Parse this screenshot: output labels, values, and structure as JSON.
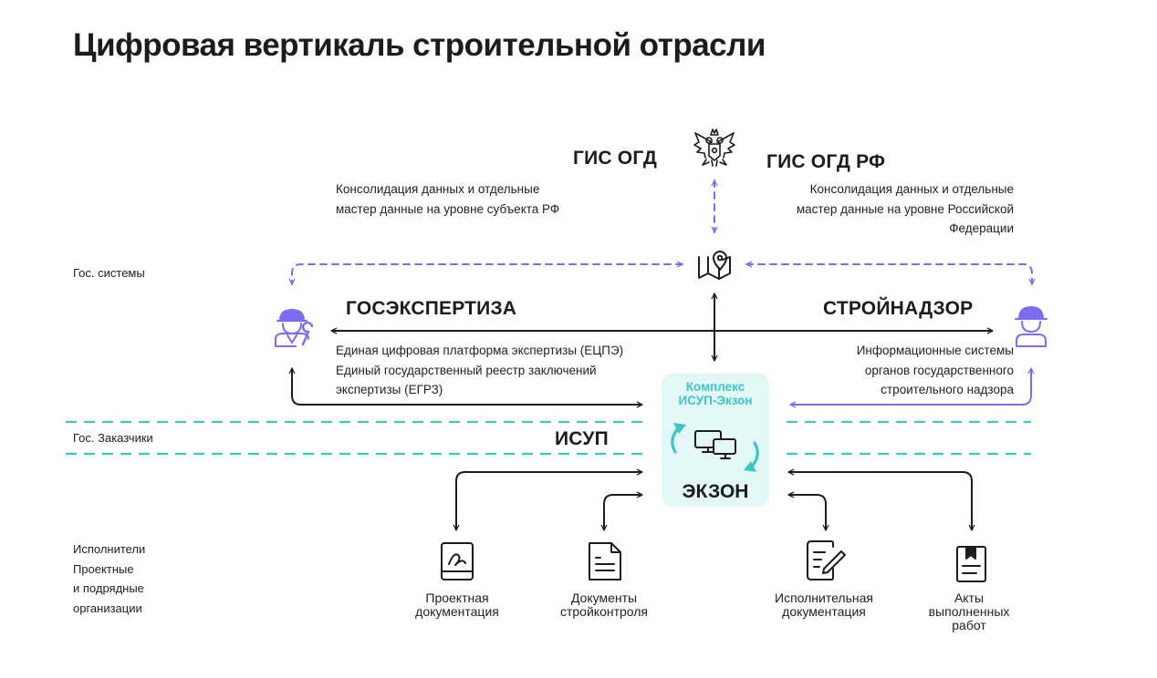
{
  "title": "Цифровая вертикаль строительной отрасли",
  "rows": {
    "gov_systems": "Гос. системы",
    "gov_customers": "Гос. Заказчики",
    "executors": [
      "Исполнители",
      "Проектные",
      "и подрядные",
      "организации"
    ]
  },
  "gis_ogd": {
    "label": "ГИС ОГД",
    "desc": [
      "Консолидация данных и отдельные",
      "мастер данные на уровне субъекта РФ"
    ]
  },
  "gis_ogd_rf": {
    "label": "ГИС ОГД РФ",
    "desc": [
      "Консолидация данных и отдельные",
      "мастер данные на уровне Российской",
      "Федерации"
    ]
  },
  "gosexpertiza": {
    "label": "ГОСЭКСПЕРТИЗА",
    "desc": [
      "Единая цифровая платформа экспертизы (ЕЦПЭ)",
      "Единый государственный реестр заключений",
      "экспертизы (ЕГРЗ)"
    ]
  },
  "stroynadzor": {
    "label": "СТРОЙНАДЗОР",
    "desc": [
      "Информационные системы",
      "органов государственного",
      "строительного надзора"
    ]
  },
  "complex": {
    "title": [
      "Комплекс",
      "ИСУП-Экзон"
    ],
    "isup": "ИСУП",
    "exon": "ЭКЗОН"
  },
  "documents": [
    {
      "lines": [
        "Проектная",
        "документация"
      ],
      "icon": "design-doc-icon"
    },
    {
      "lines": [
        "Документы",
        "стройконтроля"
      ],
      "icon": "control-doc-icon"
    },
    {
      "lines": [
        "Исполнительная",
        "документация"
      ],
      "icon": "executive-doc-icon"
    },
    {
      "lines": [
        "Акты",
        "выполненных",
        "работ"
      ],
      "icon": "acts-icon"
    }
  ],
  "colors": {
    "purple": "#7b6cf0",
    "teal": "#3ec7c0",
    "panel_bg": "#e3f7f6",
    "text": "#1c1c1c"
  }
}
